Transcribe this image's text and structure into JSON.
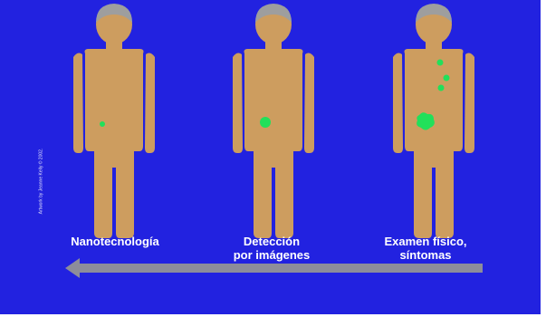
{
  "colors": {
    "background": "#2222e0",
    "skin": "#cd9d5f",
    "hair": "#9e9e9e",
    "tumor": "#22e05a",
    "arrow": "#8d8d9a",
    "text": "#ffffff"
  },
  "figures": [
    {
      "label": "Nanotecnología",
      "tumor_size": "tiny"
    },
    {
      "label": "Detección\npor imágenes",
      "tumor_size": "small"
    },
    {
      "label": "Examen físico,\nsíntomas",
      "tumor_size": "large with metastases"
    }
  ],
  "arrow_direction": "left",
  "credit": "Artwork by Jeanne Kelly © 2002."
}
